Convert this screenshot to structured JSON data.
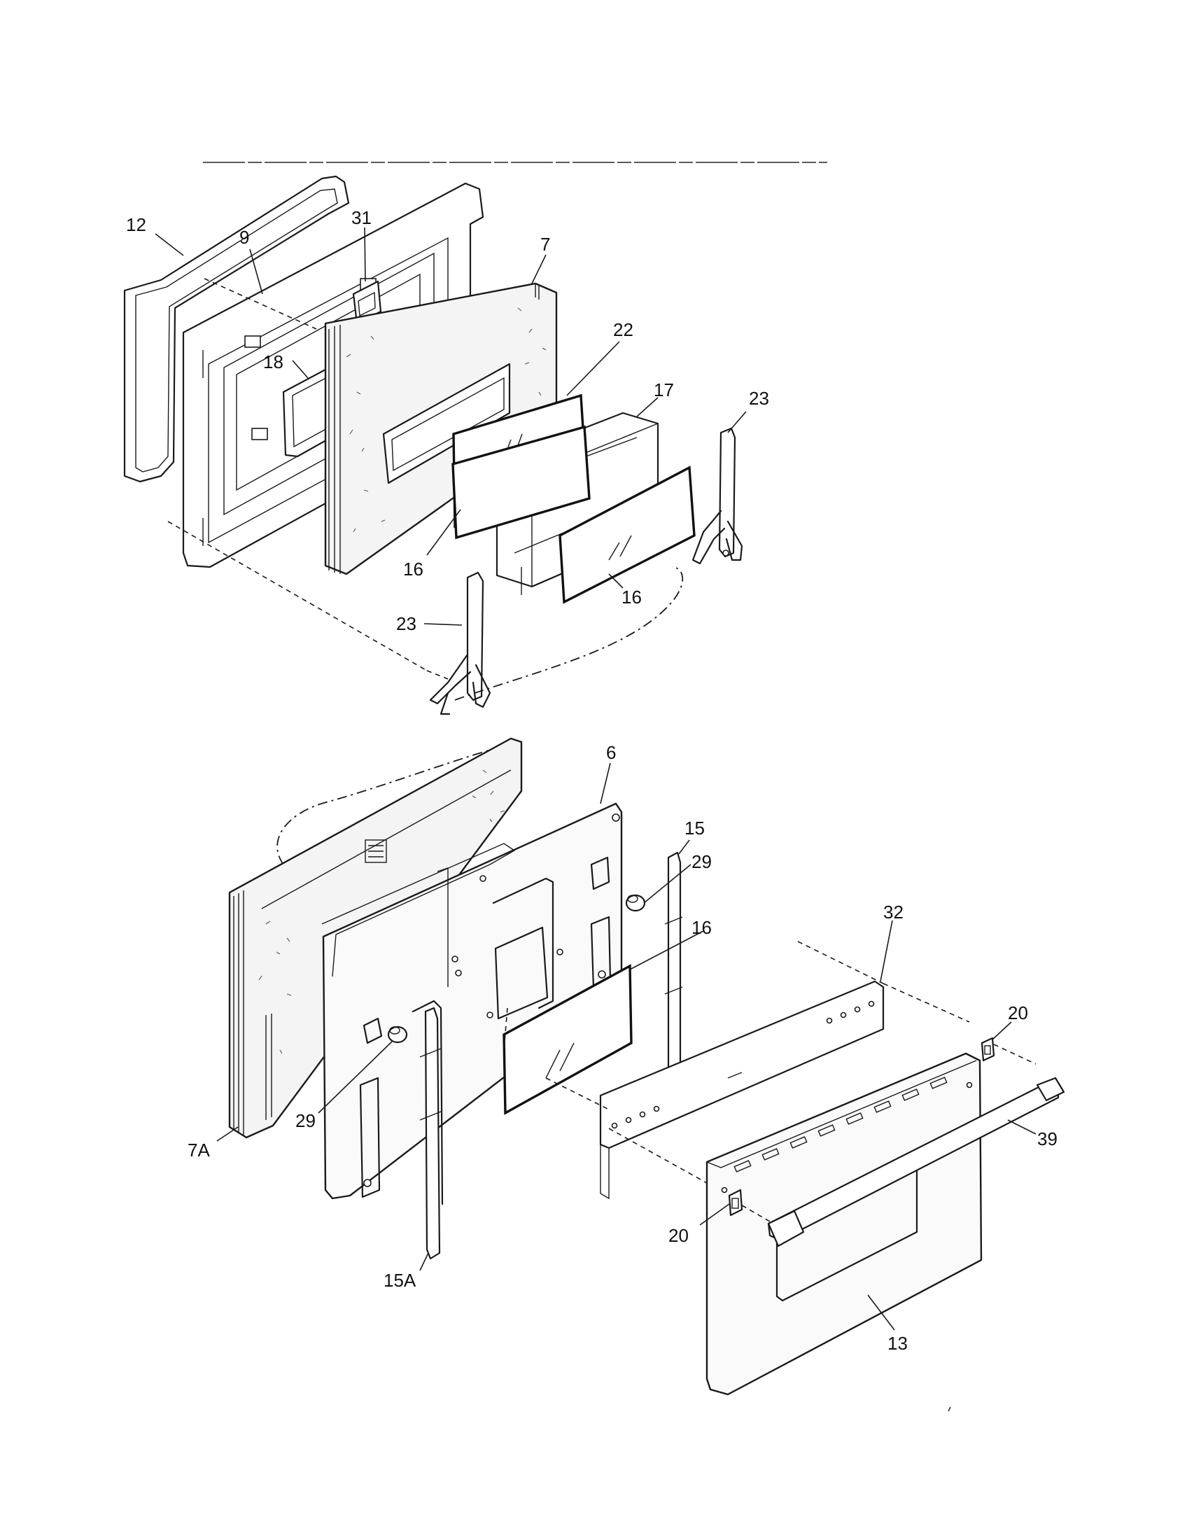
{
  "labels": {
    "p12": "12",
    "p31": "31",
    "p9": "9",
    "p7": "7",
    "p22": "22",
    "p18": "18",
    "p17": "17",
    "p23_right": "23",
    "p16_left": "16",
    "p16_right": "16",
    "p23_left": "23",
    "p6": "6",
    "p15": "15",
    "p29_right": "29",
    "p16_lower": "16",
    "p32": "32",
    "p20_right": "20",
    "p29_left": "29",
    "p7A": "7A",
    "p39": "39",
    "p20_left": "20",
    "p15A": "15A",
    "p13": "13"
  }
}
